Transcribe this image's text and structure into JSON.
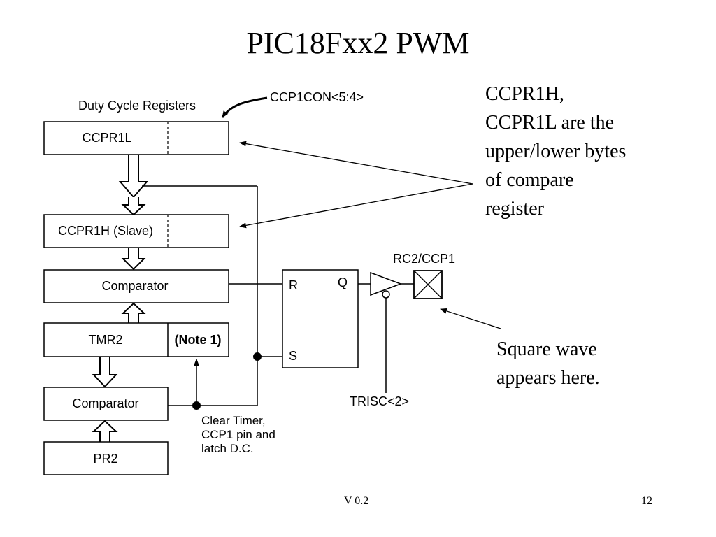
{
  "slide": {
    "title": "PIC18Fxx2 PWM",
    "note_compare": [
      "CCPR1H,",
      "CCPR1L are the",
      "upper/lower bytes",
      "of compare",
      "register"
    ],
    "note_square": [
      "Square wave",
      "appears here."
    ],
    "footer_version": "V 0.2",
    "footer_page": "12"
  },
  "diagram": {
    "duty_cycle_label": "Duty Cycle Registers",
    "ccp1con_label": "CCP1CON<5:4>",
    "ccpr1l_label": "CCPR1L",
    "ccpr1h_label": "CCPR1H (Slave)",
    "comparator_top_label": "Comparator",
    "tmr2_label": "TMR2",
    "note1_label": "(Note 1)",
    "comparator_bottom_label": "Comparator",
    "pr2_label": "PR2",
    "latch_r_label": "R",
    "latch_s_label": "S",
    "latch_q_label": "Q",
    "pin_label": "RC2/CCP1",
    "trisc_label": "TRISC<2>",
    "clear_timer_label": [
      "Clear Timer,",
      "CCP1 pin and",
      "latch D.C."
    ]
  }
}
